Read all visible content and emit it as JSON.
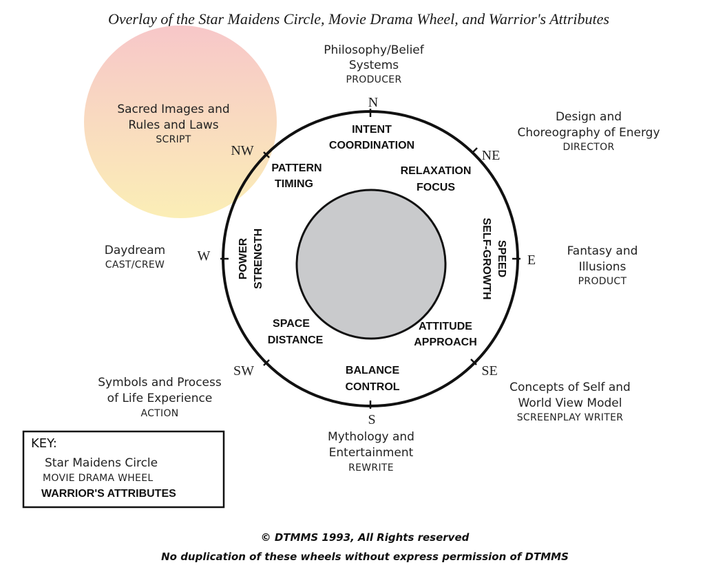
{
  "title": "Overlay of the Star Maidens Circle, Movie Drama Wheel, and Warrior's Attributes",
  "colors": {
    "highlight_top": "#f7c7c9",
    "highlight_bottom": "#fbeeb6",
    "inner_disc": "#c9cacc",
    "ink": "#111111"
  },
  "directions": {
    "n": "N",
    "ne": "NE",
    "e": "E",
    "se": "SE",
    "s": "S",
    "sw": "SW",
    "w": "W",
    "nw": "NW"
  },
  "outer": {
    "n": {
      "line1": "Philosophy/Belief",
      "line2": "Systems",
      "role": "PRODUCER"
    },
    "ne": {
      "line1": "Design and",
      "line2": "Choreography of Energy",
      "role": "DIRECTOR"
    },
    "e": {
      "line1": "Fantasy and",
      "line2": "Illusions",
      "role": "PRODUCT"
    },
    "se": {
      "line1": "Concepts of Self and",
      "line2": "World View Model",
      "role": "SCREENPLAY WRITER"
    },
    "s": {
      "line1": "Mythology and",
      "line2": "Entertainment",
      "role": "REWRITE"
    },
    "sw": {
      "line1": "Symbols and Process",
      "line2": "of Life Experience",
      "role": "ACTION"
    },
    "w": {
      "line1": "Daydream",
      "role": "CAST/CREW"
    },
    "nw": {
      "line1": "Sacred Images and",
      "line2": "Rules and Laws",
      "role": "SCRIPT"
    }
  },
  "attributes": {
    "n": [
      "INTENT",
      "COORDINATION"
    ],
    "ne": [
      "RELAXATION",
      "FOCUS"
    ],
    "e": [
      "SPEED",
      "SELF-GROWTH"
    ],
    "se": [
      "ATTITUDE",
      "APPROACH"
    ],
    "s": [
      "BALANCE",
      "CONTROL"
    ],
    "sw": [
      "SPACE",
      "DISTANCE"
    ],
    "w": [
      "POWER",
      "STRENGTH"
    ],
    "nw": [
      "PATTERN",
      "TIMING"
    ]
  },
  "key": {
    "title": "KEY:",
    "star_maidens": "Star Maidens Circle",
    "movie_drama": "MOVIE DRAMA WHEEL",
    "warrior": "WARRIOR'S ATTRIBUTES"
  },
  "footer": {
    "line1": "© DTMMS 1993, All Rights reserved",
    "line2": "No duplication of these wheels without express permission of DTMMS"
  }
}
